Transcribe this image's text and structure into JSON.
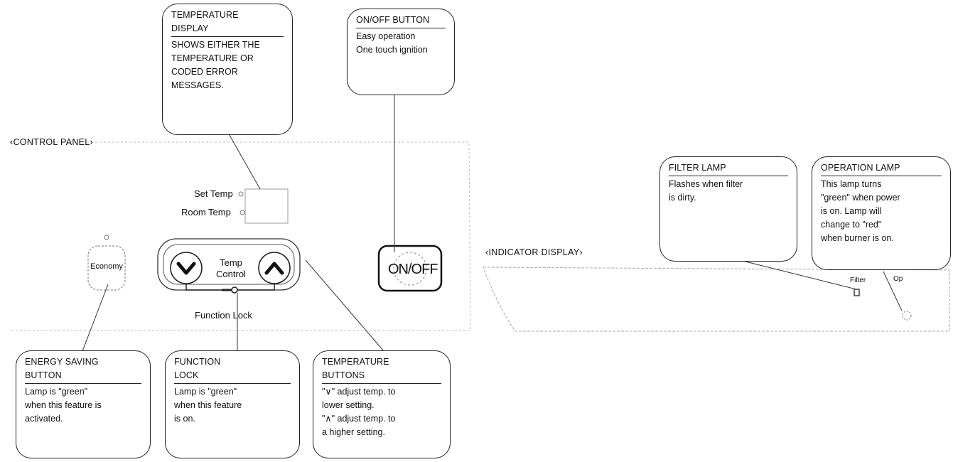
{
  "sections": {
    "control_panel": "‹CONTROL PANEL›",
    "indicator_display": "‹INDICATOR DISPLAY›"
  },
  "panel": {
    "set_temp": "Set Temp",
    "room_temp": "Room Temp",
    "economy": "Economy",
    "temp_control_line1": "Temp",
    "temp_control_line2": "Control",
    "function_lock": "Function Lock",
    "onoff": "ON/OFF",
    "filter": "Filter",
    "op": "Op"
  },
  "callouts": {
    "temperature_display": {
      "title_lines": [
        "TEMPERATURE",
        "DISPLAY"
      ],
      "body_lines": [
        "SHOWS EITHER THE",
        "TEMPERATURE OR",
        "CODED ERROR",
        "MESSAGES."
      ]
    },
    "onoff_button": {
      "title_lines": [
        "ON/OFF BUTTON"
      ],
      "body_lines": [
        "Easy operation",
        "One touch ignition"
      ]
    },
    "energy_saving": {
      "title_lines": [
        "ENERGY SAVING",
        "BUTTON"
      ],
      "body_lines": [
        "Lamp is \"green\"",
        "when this feature is",
        "activated."
      ]
    },
    "function_lock": {
      "title_lines": [
        "FUNCTION",
        "LOCK"
      ],
      "body_lines": [
        "Lamp is \"green\"",
        "when this feature",
        "is on."
      ]
    },
    "temperature_buttons": {
      "title_lines": [
        "TEMPERATURE",
        "BUTTONS"
      ],
      "body_lines": [
        "\"∨\" adjust temp. to",
        "lower setting.",
        "\"∧\" adjust temp. to",
        "a higher setting."
      ]
    },
    "filter_lamp": {
      "title_lines": [
        "FILTER LAMP"
      ],
      "body_lines": [
        "Flashes when filter",
        "is dirty."
      ]
    },
    "operation_lamp": {
      "title_lines": [
        "OPERATION LAMP"
      ],
      "body_lines": [
        "This lamp turns",
        "\"green\" when power",
        "is on.  Lamp will",
        "change to \"red\"",
        "when burner is on."
      ]
    }
  },
  "colors": {
    "ink": "#222222",
    "background": "#ffffff"
  }
}
